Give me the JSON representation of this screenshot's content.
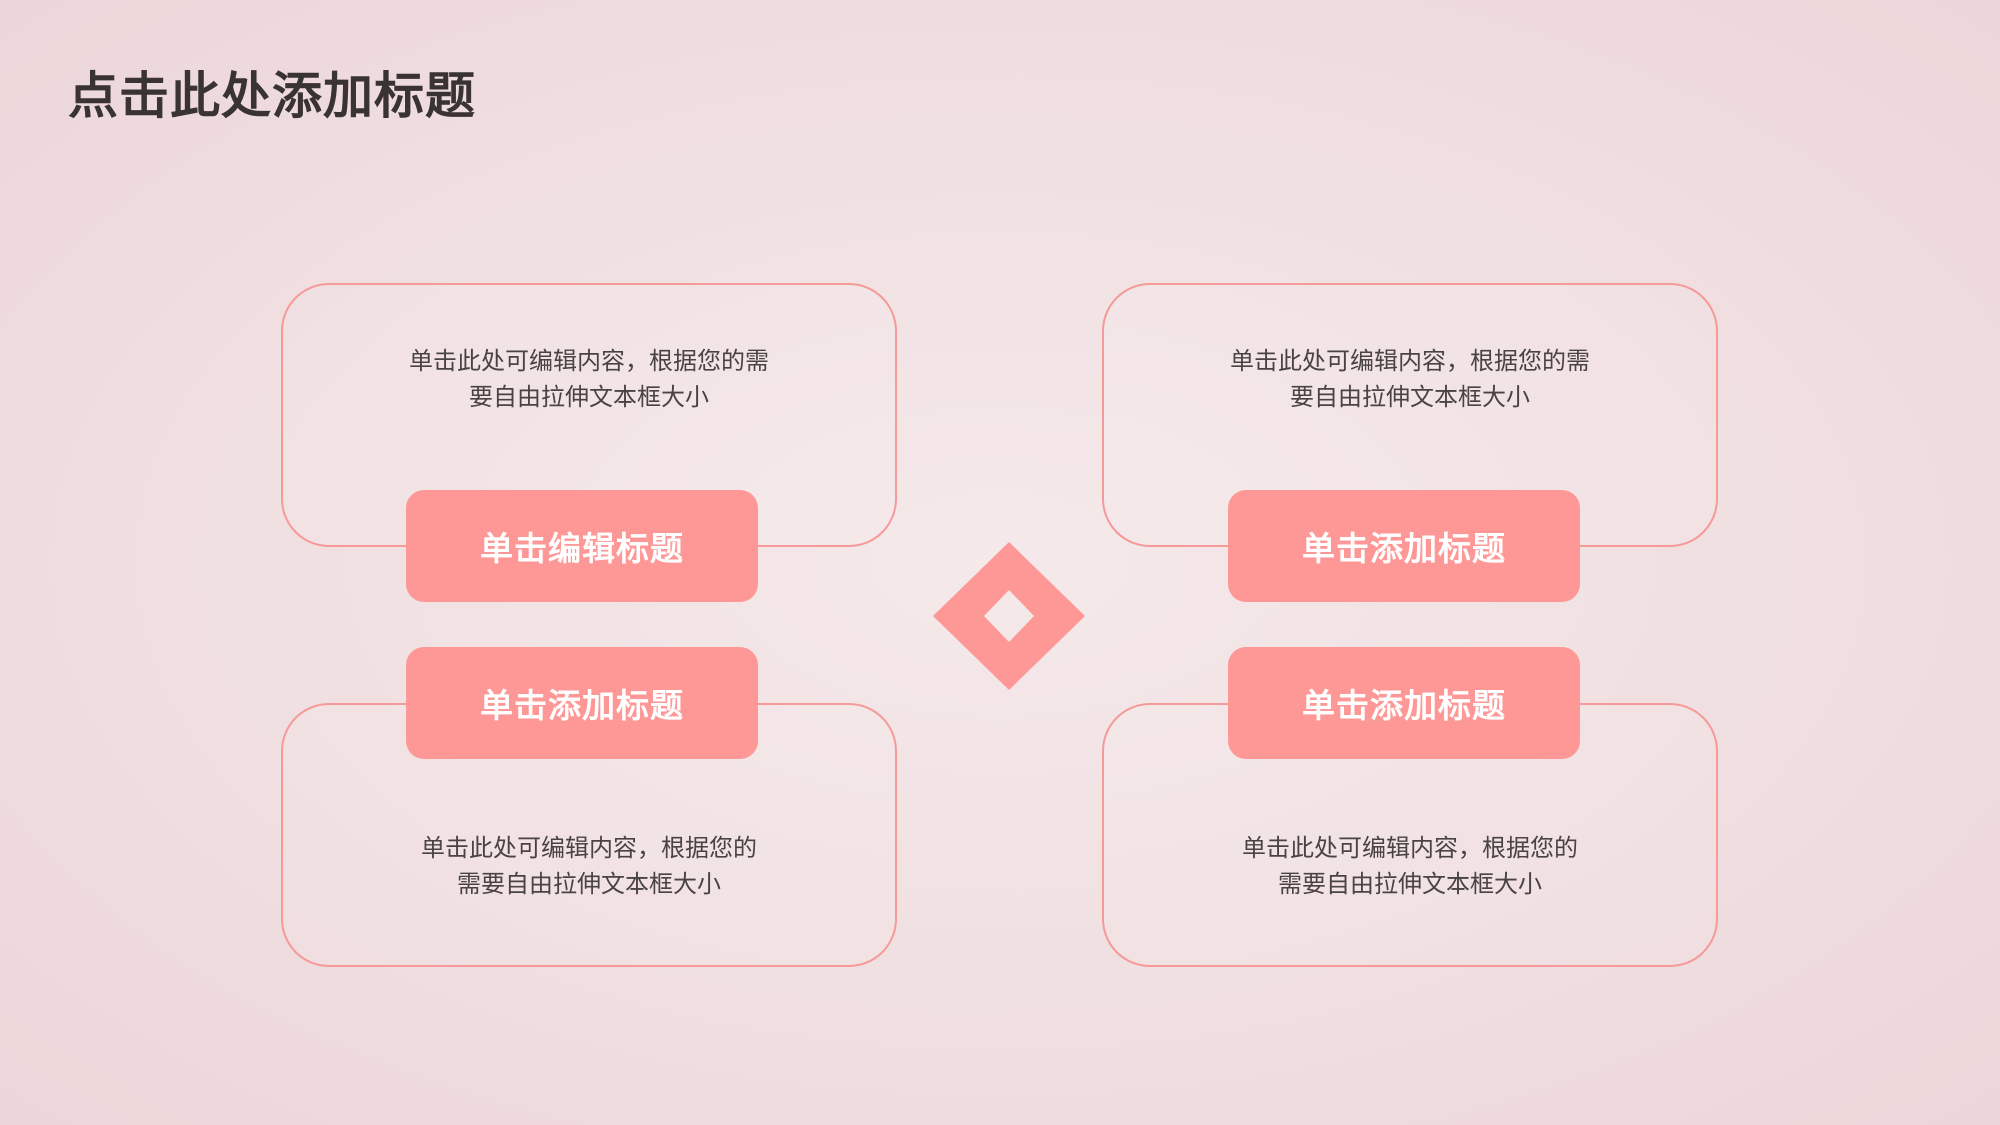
{
  "slide": {
    "title": "点击此处添加标题"
  },
  "blocks": [
    {
      "heading": "单击编辑标题",
      "body_line1": "单击此处可编辑内容，根据您的需",
      "body_line2": "要自由拉伸文本框大小"
    },
    {
      "heading": "单击添加标题",
      "body_line1": "单击此处可编辑内容，根据您的需",
      "body_line2": "要自由拉伸文本框大小"
    },
    {
      "heading": "单击添加标题",
      "body_line1": "单击此处可编辑内容，根据您的",
      "body_line2": "需要自由拉伸文本框大小"
    },
    {
      "heading": "单击添加标题",
      "body_line1": "单击此处可编辑内容，根据您的",
      "body_line2": "需要自由拉伸文本框大小"
    }
  ],
  "theme": {
    "accent": "#fe9896",
    "border": "#f59a98",
    "title_color": "#3a3333",
    "text_color": "#4a4343"
  },
  "icons": {
    "center": "diamond-split-icon"
  }
}
